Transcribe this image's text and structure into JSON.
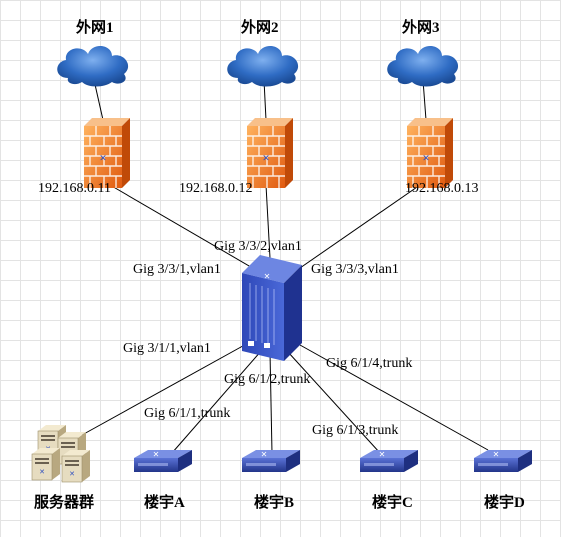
{
  "clouds": [
    {
      "label": "外网1"
    },
    {
      "label": "外网2"
    },
    {
      "label": "外网3"
    }
  ],
  "firewalls": [
    {
      "ip": "192.168.0.11"
    },
    {
      "ip": "192.168.0.12"
    },
    {
      "ip": "192.168.0.13"
    }
  ],
  "core_switch": {
    "uplinks": [
      "Gig 3/3/1,vlan1",
      "Gig 3/3/2,vlan1",
      "Gig 3/3/3,vlan1"
    ],
    "downlinks": [
      "Gig 3/1/1,vlan1",
      "Gig 6/1/1,trunk",
      "Gig 6/1/2,trunk",
      "Gig 6/1/3,trunk",
      "Gig 6/1/4,trunk"
    ]
  },
  "endpoints": [
    {
      "label": "服务器群",
      "icon": "server-cluster-icon"
    },
    {
      "label": "楼宇A",
      "icon": "switch-icon"
    },
    {
      "label": "楼宇B",
      "icon": "switch-icon"
    },
    {
      "label": "楼宇C",
      "icon": "switch-icon"
    },
    {
      "label": "楼宇D",
      "icon": "switch-icon"
    }
  ],
  "colors": {
    "link": "#000000",
    "cloud": "#2a64b8",
    "firewall": "#f07a1e",
    "switch": "#3a4fb0"
  }
}
